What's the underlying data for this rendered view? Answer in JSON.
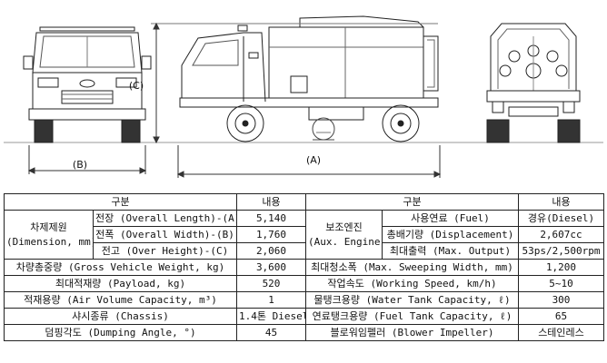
{
  "dimension_labels": {
    "overall_length": "(A)",
    "overall_width": "(B)",
    "overall_height": "(C)"
  },
  "table": {
    "left_header": {
      "category": "구분",
      "value": "내용"
    },
    "right_header": {
      "category": "구분",
      "value": "내용"
    },
    "left_rows": [
      {
        "group_line1": "차제제원",
        "group_line2": "(Dimension, mm)",
        "items": [
          {
            "label": "전장 (Overall Length)-(A)",
            "value": "5,140"
          },
          {
            "label": "전폭 (Overall Width)-(B)",
            "value": "1,760"
          },
          {
            "label": "전고 (Over Height)-(C)",
            "value": "2,060"
          }
        ]
      },
      {
        "label": "차량총중량 (Gross Vehicle Weight, kg)",
        "value": "3,600"
      },
      {
        "label": "최대적재량 (Payload, kg)",
        "value": "520"
      },
      {
        "label": "적재용량 (Air Volume Capacity, m³)",
        "value": "1"
      },
      {
        "label": "샤시종류 (Chassis)",
        "value": "1.4톤 Diesel"
      },
      {
        "label": "덤핑각도 (Dumping Angle, °)",
        "value": "45"
      }
    ],
    "right_rows": [
      {
        "group_line1": "보조엔진",
        "group_line2": "(Aux. Engine)",
        "items": [
          {
            "label": "사용연료 (Fuel)",
            "value": "경유(Diesel)"
          },
          {
            "label": "총배기량 (Displacement)",
            "value": "2,607cc"
          },
          {
            "label": "최대출력 (Max. Output)",
            "value": "53ps/2,500rpm"
          }
        ]
      },
      {
        "label": "최대청소폭 (Max. Sweeping Width, mm)",
        "value": "1,200"
      },
      {
        "label": "작업속도 (Working Speed, km/h)",
        "value": "5~10"
      },
      {
        "label": "물탱크용량 (Water Tank Capacity, ℓ)",
        "value": "300"
      },
      {
        "label": "연료탱크용량 (Fuel Tank Capacity, ℓ)",
        "value": "65"
      },
      {
        "label": "블로워임펠러 (Blower Impeller)",
        "value": "스테인레스"
      }
    ]
  }
}
